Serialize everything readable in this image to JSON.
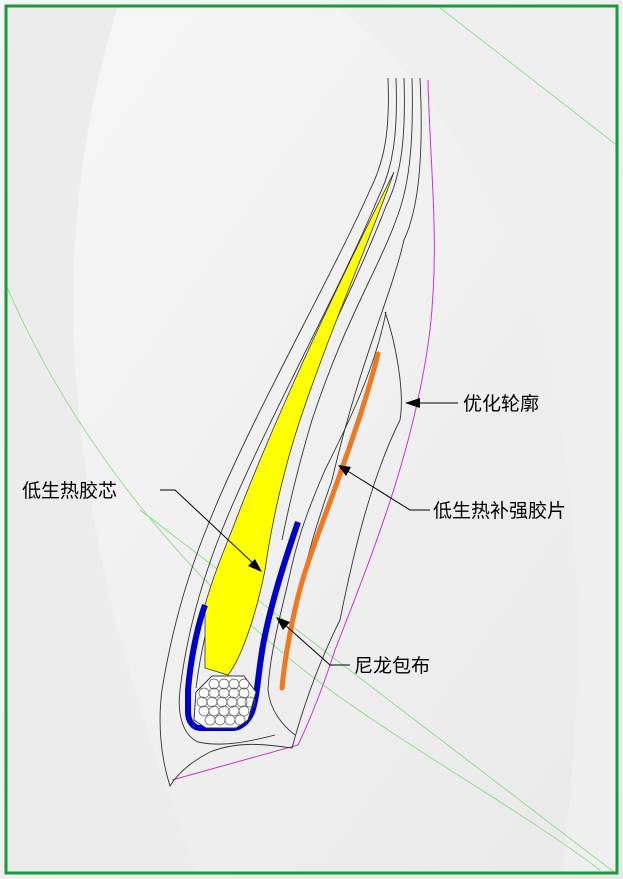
{
  "labels": {
    "optimized_contour": "优化轮廓",
    "low_heat_core": "低生热胶芯",
    "low_heat_reinforce": "低生热补强胶片",
    "nylon_wrap": "尼龙包布"
  },
  "colors": {
    "frame": "#1a9a3a",
    "core_fill": "#ffff00",
    "nylon_wrap": "#0000cc",
    "reinforce_strip": "#f07820",
    "optimized_contour": "#cc33cc",
    "guide_line": "#7fdc7f",
    "outline": "#333333",
    "background": "#f4f5f4"
  }
}
